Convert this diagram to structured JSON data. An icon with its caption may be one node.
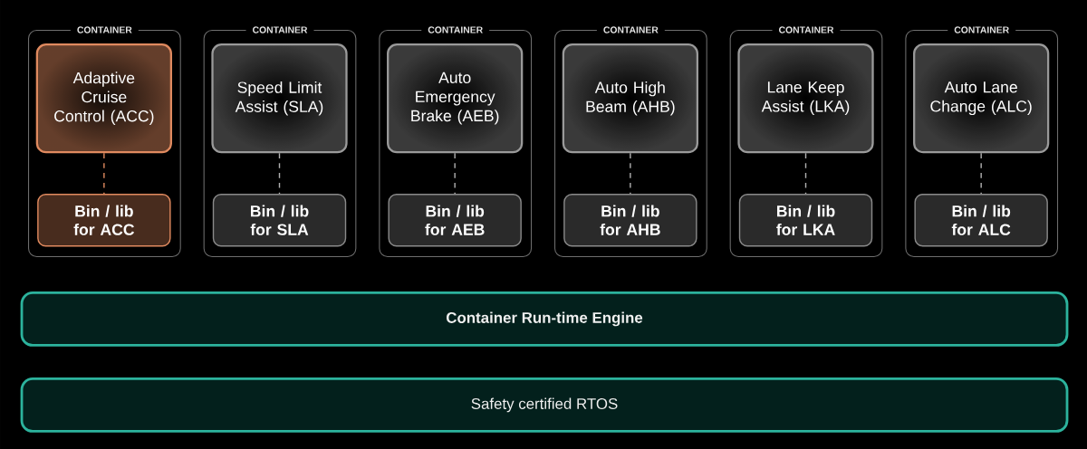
{
  "diagram": {
    "nodes": [
      {
        "text": [
          "CONTAINER"
        ]
      },
      {
        "text": [
          "Adaptive Cruise Control (ACC)"
        ],
        "in": 0
      },
      {
        "text": [
          "Bin / lib for ACC"
        ],
        "in": 0
      },
      {
        "text": [
          "CONTAINER"
        ]
      },
      {
        "text": [
          "Speed Limit Assist (SLA)"
        ],
        "in": 3
      },
      {
        "text": [
          "Bin / lib for SLA"
        ],
        "in": 3
      },
      {
        "text": [
          "CONTAINER"
        ]
      },
      {
        "text": [
          "Auto Emergency Brake (AEB)"
        ],
        "in": 6
      },
      {
        "text": [
          "Bin / lib for AEB"
        ],
        "in": 6
      },
      {
        "text": [
          "CONTAINER"
        ]
      },
      {
        "text": [
          "Auto High Beam (AHB)"
        ],
        "in": 9
      },
      {
        "text": [
          "Bin / lib for AHB"
        ],
        "in": 9
      },
      {
        "text": [
          "CONTAINER"
        ]
      },
      {
        "text": [
          "Lane Keep Assist (LKA)"
        ],
        "in": 12
      },
      {
        "text": [
          "Bin / lib for LKA"
        ],
        "in": 12
      },
      {
        "text": [
          "CONTAINER"
        ]
      },
      {
        "text": [
          "Auto Lane Change (ALC)"
        ],
        "in": 15
      },
      {
        "text": [
          "Bin / lib for ALC"
        ],
        "in": 15
      },
      {
        "text": [
          "Container Run-time Engine"
        ]
      },
      {
        "text": [
          "Safety certified RTOS"
        ]
      }
    ],
    "edges": [
      {
        "from": 1,
        "to": 2,
        "arrow": "none",
        "style": "dashed",
        "color": "#e08a5f"
      },
      {
        "from": 4,
        "to": 5,
        "arrow": "none",
        "style": "dashed"
      },
      {
        "from": 7,
        "to": 8,
        "arrow": "none",
        "style": "dashed"
      },
      {
        "from": 10,
        "to": 11,
        "arrow": "none",
        "style": "dashed"
      },
      {
        "from": 13,
        "to": 14,
        "arrow": "none",
        "style": "dashed"
      },
      {
        "from": 16,
        "to": 17,
        "arrow": "none",
        "style": "dashed"
      }
    ]
  }
}
